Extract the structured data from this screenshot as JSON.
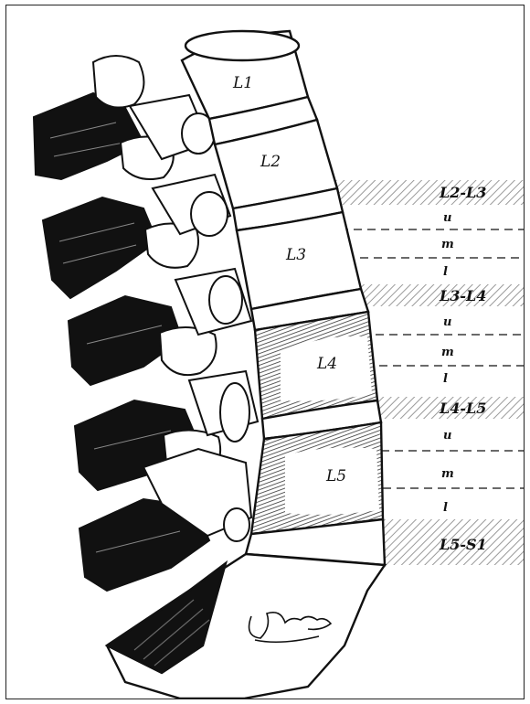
{
  "figure": {
    "vertebrae": [
      {
        "key": "l1",
        "label": "L1"
      },
      {
        "key": "l2",
        "label": "L2"
      },
      {
        "key": "l3",
        "label": "L3"
      },
      {
        "key": "l4",
        "label": "L4"
      },
      {
        "key": "l5",
        "label": "L5"
      }
    ],
    "disc_levels": [
      {
        "key": "l2l3",
        "label": "L2-L3"
      },
      {
        "key": "l3l4",
        "label": "L3-L4"
      },
      {
        "key": "l4l5",
        "label": "L4-L5"
      },
      {
        "key": "l5s1",
        "label": "L5-S1"
      }
    ],
    "zones": {
      "upper": "u",
      "middle": "m",
      "lower": "l"
    }
  },
  "colors": {
    "ink": "#111111",
    "hatch": "#9a9a9a",
    "paper": "#ffffff"
  }
}
